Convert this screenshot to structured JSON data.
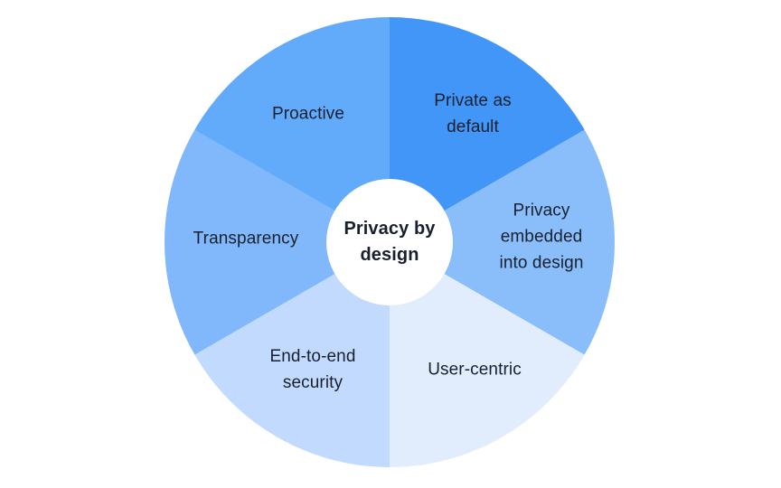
{
  "diagram": {
    "type": "circular-segment-wheel",
    "center_label": "Privacy by\ndesign",
    "center_label_text": "Privacy by design",
    "segments": [
      {
        "name": "private-as-default",
        "label": "Private as\ndefault",
        "label_text": "Private as default",
        "color": "#4196F8",
        "start_deg": 0,
        "end_deg": 60
      },
      {
        "name": "privacy-embedded",
        "label": "Privacy\nembedded\ninto design",
        "label_text": "Privacy embedded into design",
        "color": "#8ABEFB",
        "start_deg": 60,
        "end_deg": 120
      },
      {
        "name": "user-centric",
        "label": "User-centric",
        "label_text": "User-centric",
        "color": "#E1ECFD",
        "start_deg": 120,
        "end_deg": 180
      },
      {
        "name": "end-to-end-security",
        "label": "End-to-end\nsecurity",
        "label_text": "End-to-end security",
        "color": "#C2DAFD",
        "start_deg": 180,
        "end_deg": 240
      },
      {
        "name": "transparency",
        "label": "Transparency",
        "label_text": "Transparency",
        "color": "#80B8FB",
        "start_deg": 240,
        "end_deg": 300
      },
      {
        "name": "proactive",
        "label": "Proactive",
        "label_text": "Proactive",
        "color": "#62AAFA",
        "start_deg": 300,
        "end_deg": 360
      }
    ],
    "colors": {
      "background": "#FFFFFF",
      "center_circle": "#FFFFFF",
      "label_text": "#18202E"
    }
  }
}
